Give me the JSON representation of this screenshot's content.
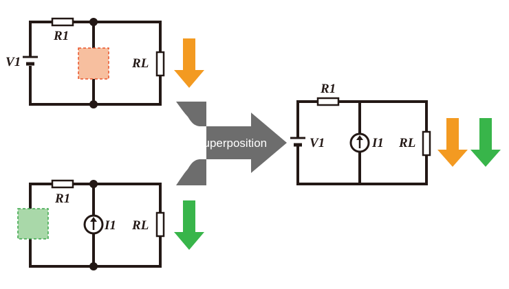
{
  "colors": {
    "wire": "#231815",
    "orange": "#f39a21",
    "green": "#38b54a",
    "orange_box": "#f7bf9f",
    "orange_box_border": "#e8542a",
    "green_box": "#a9d8a9",
    "green_box_border": "#3aa64a",
    "merge_arrow": "#6d6d6d"
  },
  "circuit_top": {
    "r1": {
      "main": "R",
      "sub": "1"
    },
    "v1": {
      "main": "V",
      "sub": "1"
    },
    "rl": {
      "main": "R",
      "sub": "L"
    }
  },
  "circuit_bottom": {
    "r1": {
      "main": "R",
      "sub": "1"
    },
    "i1": {
      "main": "I",
      "sub": "1"
    },
    "rl": {
      "main": "R",
      "sub": "L"
    }
  },
  "merge_arrow": {
    "label": "superposition"
  },
  "circuit_result": {
    "r1": {
      "main": "R",
      "sub": "1"
    },
    "v1": {
      "main": "V",
      "sub": "1"
    },
    "i1": {
      "main": "I",
      "sub": "1"
    },
    "rl": {
      "main": "R",
      "sub": "L"
    }
  },
  "icons": [
    "down-arrow-orange",
    "down-arrow-green",
    "current-source-icon",
    "battery-icon",
    "resistor-icon"
  ]
}
